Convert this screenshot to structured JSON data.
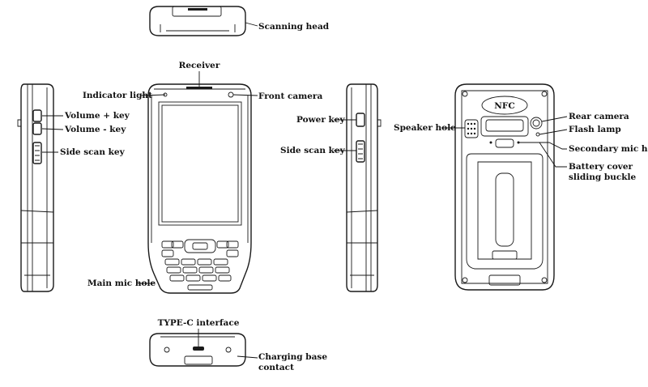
{
  "diagram": {
    "labels": {
      "scanning_head": "Scanning head",
      "receiver": "Receiver",
      "indicator_light": "Indicator light",
      "front_camera": "Front camera",
      "volume_up": "Volume + key",
      "volume_down": "Volume - key",
      "side_scan_left": "Side scan key",
      "main_mic": "Main mic hole",
      "power_key": "Power key",
      "side_scan_right": "Side scan key",
      "speaker_hole": "Speaker hole",
      "nfc": "NFC",
      "rear_camera": "Rear camera",
      "flash_lamp": "Flash lamp",
      "secondary_mic": "Secondary mic hole",
      "battery_cover_1": "Battery cover",
      "battery_cover_2": "sliding buckle",
      "type_c": "TYPE-C interface",
      "charging_1": "Charging base",
      "charging_2": "contact"
    }
  }
}
